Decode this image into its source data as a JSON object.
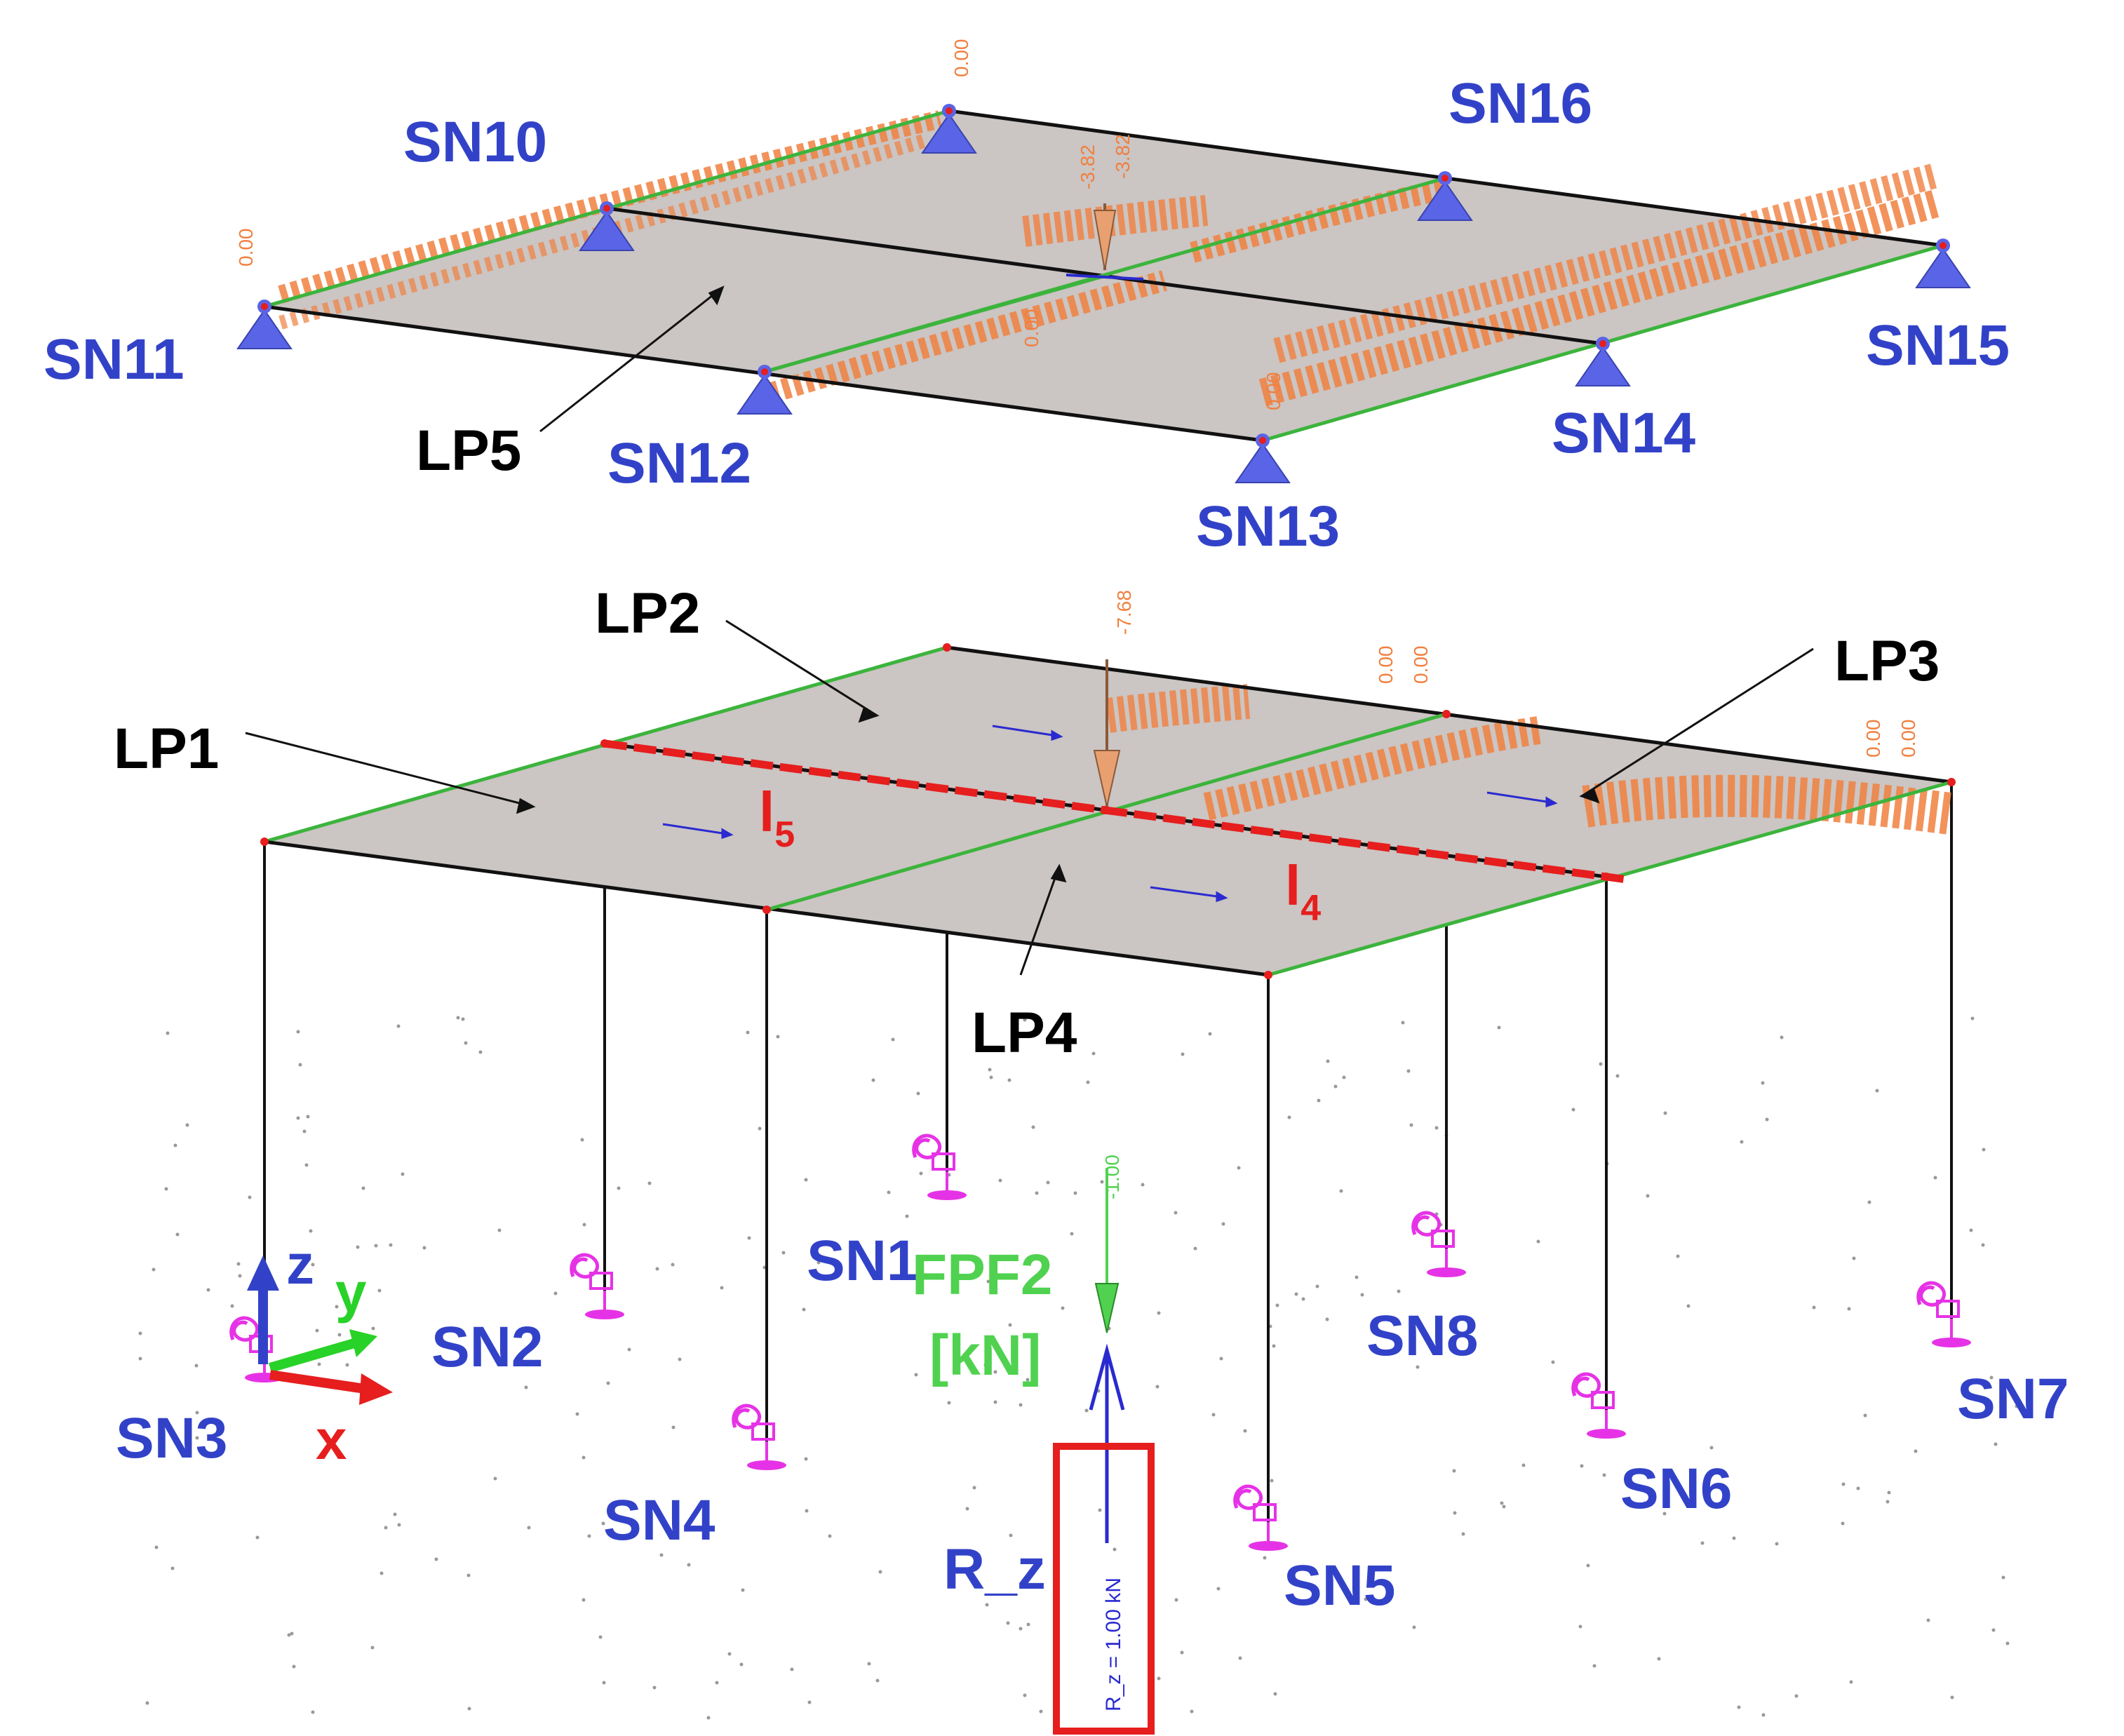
{
  "support_nodes": [
    "SN1",
    "SN2",
    "SN3",
    "SN4",
    "SN5",
    "SN6",
    "SN7",
    "SN8",
    "SN10",
    "SN11",
    "SN12",
    "SN13",
    "SN14",
    "SN15",
    "SN16"
  ],
  "load_planes": [
    "LP1",
    "LP2",
    "LP3",
    "LP4",
    "LP5"
  ],
  "lines": {
    "l5": {
      "main": "l",
      "sub": "5"
    },
    "l4": {
      "main": "l",
      "sub": "4"
    }
  },
  "load": {
    "name": "FPF2",
    "unit": "[kN]",
    "value": "-1.00"
  },
  "reaction": {
    "label": "R_z",
    "value_text": "R_z = 1.00 kN"
  },
  "axes": {
    "x": "x",
    "y": "y",
    "z": "z"
  },
  "values": {
    "top_zero": "0.00",
    "top_center_a": "-3.82",
    "top_center_b": "-3.82",
    "lower_center": "-7.68",
    "zero": "0.00"
  },
  "colors": {
    "node_label": "#3242c8",
    "line_label": "#e61e1e",
    "load_label": "#50d250",
    "plate": "#cbc5c3",
    "edge_green": "#3cb43c",
    "support": "#5a64e6",
    "spring": "#e632e6",
    "reaction_box": "#e61e1e",
    "distributed_load": "#f08040"
  }
}
